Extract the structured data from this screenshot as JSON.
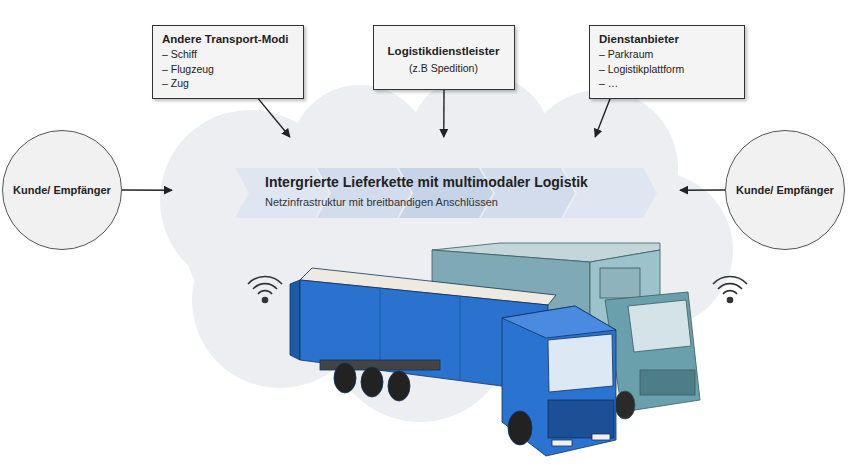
{
  "diagram": {
    "nodes": [
      {
        "text": [
          "Andere Transport-Modi",
          "– Schiff",
          "– Flugzeug",
          "– Zug"
        ]
      },
      {
        "text": [
          "Logistikdienstleister",
          "(z.B Spedition)"
        ]
      },
      {
        "text": [
          "Dienstanbieter",
          "– Parkraum",
          "– Logistikplattform",
          "– …"
        ]
      },
      {
        "text": [
          "Kunde/ Empfänger"
        ]
      },
      {
        "text": [
          "Intergrierte Lieferkette mit multimodaler Logistik",
          "Netzinfrastruktur mit breitbandigen Anschlüssen"
        ]
      },
      {
        "text": [
          "Kunde/ Empfänger"
        ]
      }
    ],
    "edges": [
      {
        "from": 0,
        "to": 4,
        "arrow": "to"
      },
      {
        "from": 1,
        "to": 4,
        "arrow": "to"
      },
      {
        "from": 2,
        "to": 4,
        "arrow": "to"
      },
      {
        "from": 3,
        "to": 4,
        "arrow": "to"
      },
      {
        "from": 5,
        "to": 4,
        "arrow": "to"
      }
    ]
  }
}
